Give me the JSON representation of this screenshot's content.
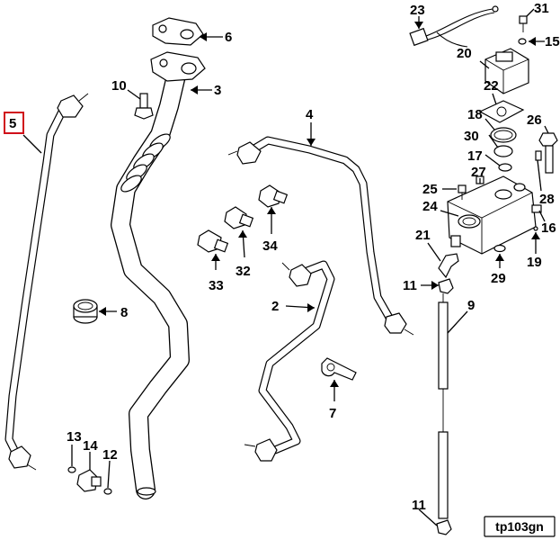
{
  "diagram": {
    "reference_code": "tp103gn",
    "highlighted_callout": "5",
    "callouts": [
      {
        "id": "5",
        "label": "5"
      },
      {
        "id": "10",
        "label": "10"
      },
      {
        "id": "6",
        "label": "6"
      },
      {
        "id": "3",
        "label": "3"
      },
      {
        "id": "4",
        "label": "4"
      },
      {
        "id": "23",
        "label": "23"
      },
      {
        "id": "31",
        "label": "31"
      },
      {
        "id": "15",
        "label": "15"
      },
      {
        "id": "20",
        "label": "20"
      },
      {
        "id": "22",
        "label": "22"
      },
      {
        "id": "18",
        "label": "18"
      },
      {
        "id": "26",
        "label": "26"
      },
      {
        "id": "30",
        "label": "30"
      },
      {
        "id": "17",
        "label": "17"
      },
      {
        "id": "27",
        "label": "27"
      },
      {
        "id": "25",
        "label": "25"
      },
      {
        "id": "24",
        "label": "24"
      },
      {
        "id": "28",
        "label": "28"
      },
      {
        "id": "16",
        "label": "16"
      },
      {
        "id": "21",
        "label": "21"
      },
      {
        "id": "19",
        "label": "19"
      },
      {
        "id": "29",
        "label": "29"
      },
      {
        "id": "11a",
        "label": "11"
      },
      {
        "id": "9",
        "label": "9"
      },
      {
        "id": "11b",
        "label": "11"
      },
      {
        "id": "34",
        "label": "34"
      },
      {
        "id": "32",
        "label": "32"
      },
      {
        "id": "33",
        "label": "33"
      },
      {
        "id": "8",
        "label": "8"
      },
      {
        "id": "2",
        "label": "2"
      },
      {
        "id": "7",
        "label": "7"
      },
      {
        "id": "13",
        "label": "13"
      },
      {
        "id": "14",
        "label": "14"
      },
      {
        "id": "12",
        "label": "12"
      }
    ]
  }
}
